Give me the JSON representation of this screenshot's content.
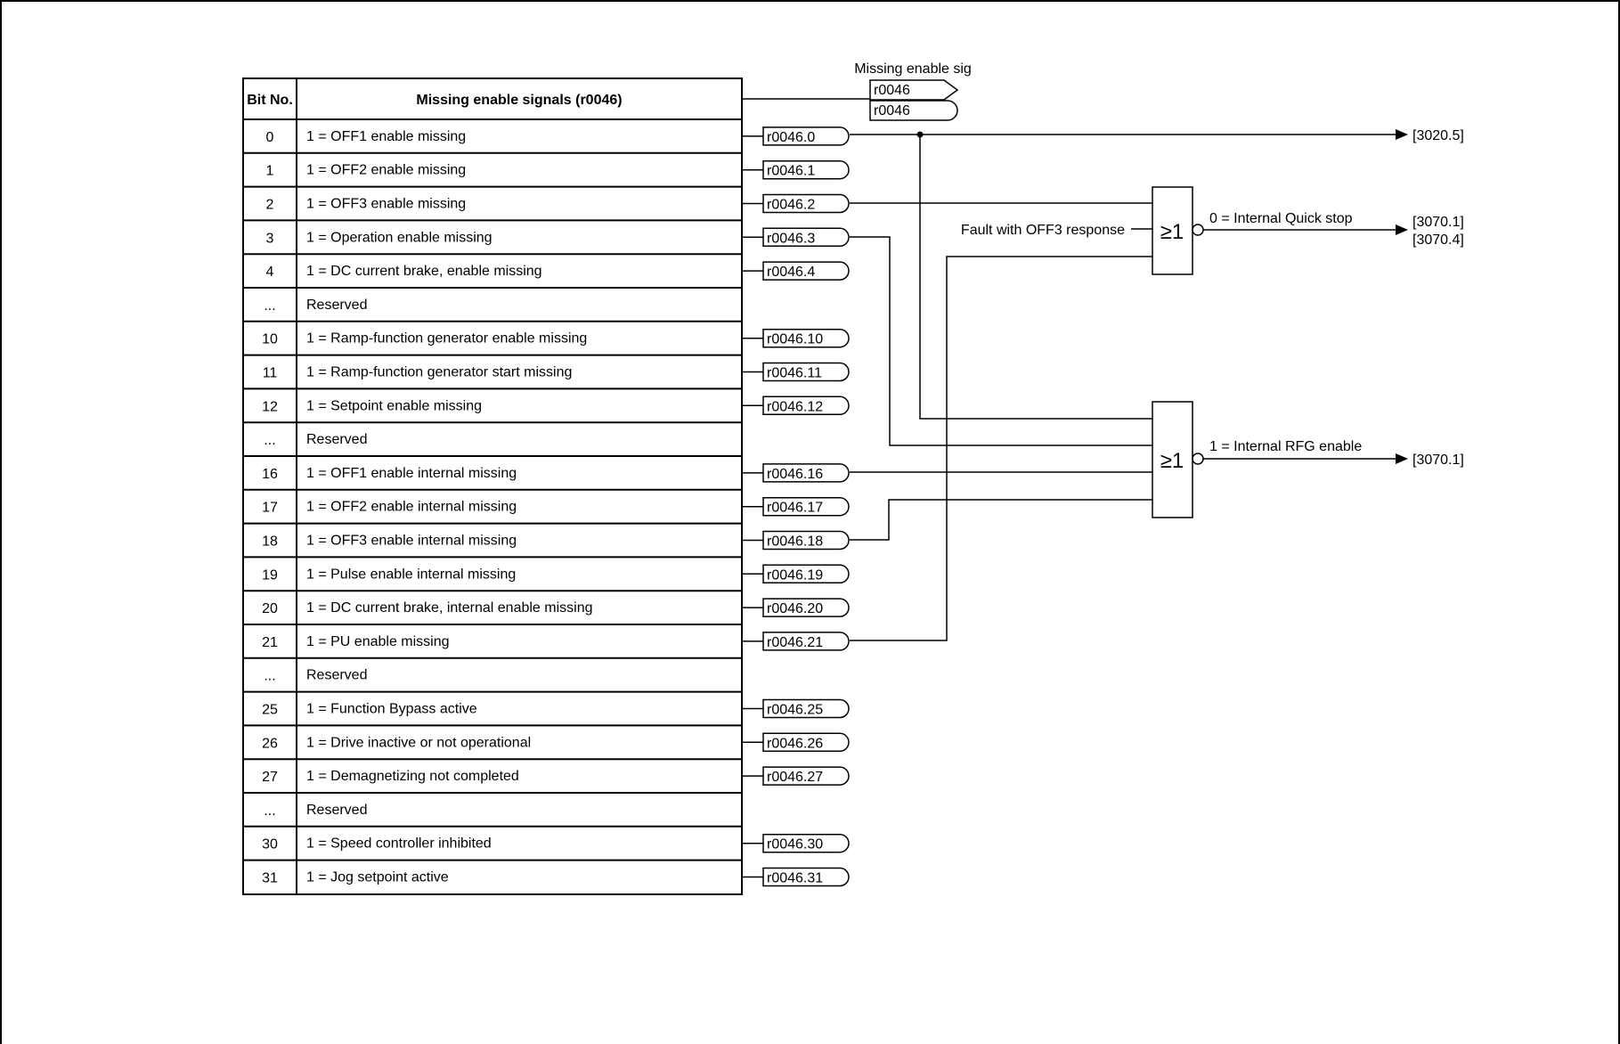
{
  "table": {
    "header_bit": "Bit No.",
    "header_title": "Missing enable signals (r0046)",
    "rows": [
      {
        "bit": "0",
        "text": "1 = OFF1 enable missing",
        "connector": "r0046.0"
      },
      {
        "bit": "1",
        "text": "1 = OFF2 enable missing",
        "connector": "r0046.1"
      },
      {
        "bit": "2",
        "text": "1 = OFF3 enable missing",
        "connector": "r0046.2"
      },
      {
        "bit": "3",
        "text": "1 = Operation enable missing",
        "connector": "r0046.3"
      },
      {
        "bit": "4",
        "text": "1 = DC current brake, enable missing",
        "connector": "r0046.4"
      },
      {
        "bit": "...",
        "text": "Reserved",
        "connector": ""
      },
      {
        "bit": "10",
        "text": "1 = Ramp-function generator enable missing",
        "connector": "r0046.10"
      },
      {
        "bit": "11",
        "text": "1 = Ramp-function generator start missing",
        "connector": "r0046.11"
      },
      {
        "bit": "12",
        "text": "1 = Setpoint enable missing",
        "connector": "r0046.12"
      },
      {
        "bit": "...",
        "text": "Reserved",
        "connector": ""
      },
      {
        "bit": "16",
        "text": "1 = OFF1 enable internal missing",
        "connector": "r0046.16"
      },
      {
        "bit": "17",
        "text": "1 = OFF2 enable internal missing",
        "connector": "r0046.17"
      },
      {
        "bit": "18",
        "text": "1 = OFF3 enable internal missing",
        "connector": "r0046.18"
      },
      {
        "bit": "19",
        "text": "1 = Pulse enable internal missing",
        "connector": "r0046.19"
      },
      {
        "bit": "20",
        "text": "1 = DC current brake, internal enable missing",
        "connector": "r0046.20"
      },
      {
        "bit": "21",
        "text": "1 = PU enable missing",
        "connector": "r0046.21"
      },
      {
        "bit": "...",
        "text": "Reserved",
        "connector": ""
      },
      {
        "bit": "25",
        "text": "1 = Function Bypass active",
        "connector": "r0046.25"
      },
      {
        "bit": "26",
        "text": "1 = Drive inactive or not operational",
        "connector": "r0046.26"
      },
      {
        "bit": "27",
        "text": "1 = Demagnetizing not completed",
        "connector": "r0046.27"
      },
      {
        "bit": "...",
        "text": "Reserved",
        "connector": ""
      },
      {
        "bit": "30",
        "text": "1 = Speed controller inhibited",
        "connector": "r0046.30"
      },
      {
        "bit": "31",
        "text": "1 = Jog setpoint active",
        "connector": "r0046.31"
      }
    ]
  },
  "word_connector": {
    "label": "Missing enable sig",
    "top": "r0046",
    "bottom": "r0046"
  },
  "gates": {
    "quick_stop": {
      "symbol": "≥1",
      "output_label": "0 = Internal Quick stop",
      "extra_input_label": "Fault with OFF3 response"
    },
    "rfg": {
      "symbol": "≥1",
      "output_label": "1 = Internal RFG enable"
    }
  },
  "references": {
    "off1": "[3020.5]",
    "quick_stop_1": "[3070.1]",
    "quick_stop_2": "[3070.4]",
    "rfg": "[3070.1]"
  }
}
